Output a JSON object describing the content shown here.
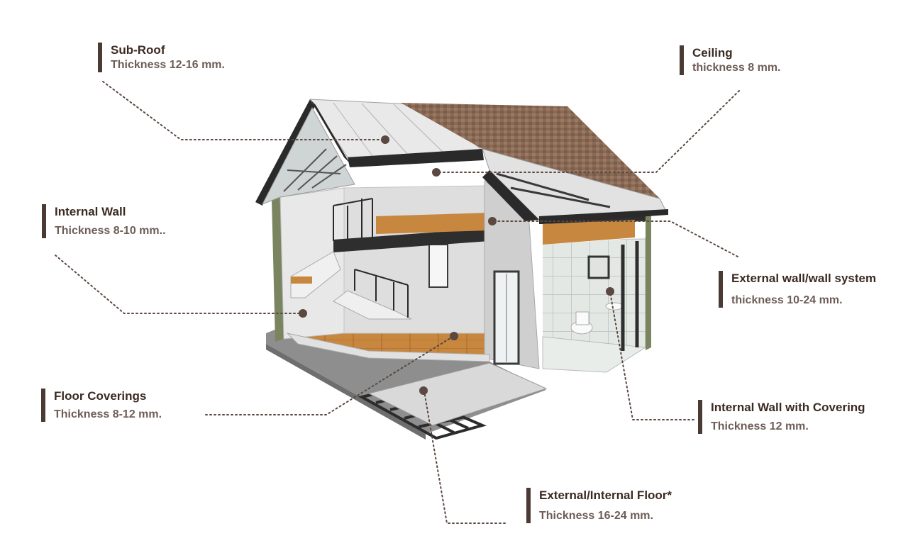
{
  "callouts": {
    "sub_roof": {
      "title": "Sub-Roof",
      "spec": "Thickness 12-16 mm."
    },
    "ceiling": {
      "title": "Ceiling",
      "spec": "thickness 8 mm."
    },
    "internal_wall": {
      "title": "Internal Wall",
      "spec": "Thickness 8-10 mm.."
    },
    "external_wall": {
      "title": "External wall/wall system",
      "spec": "thickness 10-24 mm."
    },
    "floor_coverings": {
      "title": "Floor Coverings",
      "spec": "Thickness 8-12 mm."
    },
    "internal_wall_covering": {
      "title": "Internal Wall with Covering",
      "spec": "Thickness 12 mm."
    },
    "ext_int_floor": {
      "title": "External/Internal Floor*",
      "spec": "Thickness 16-24 mm."
    }
  },
  "colors": {
    "accent_bar": "#4a3a33",
    "title_text": "#3b2a22",
    "spec_text": "#6e5d57",
    "roof_shingle": "#8a6a55",
    "wood_floor": "#c88a4a"
  }
}
